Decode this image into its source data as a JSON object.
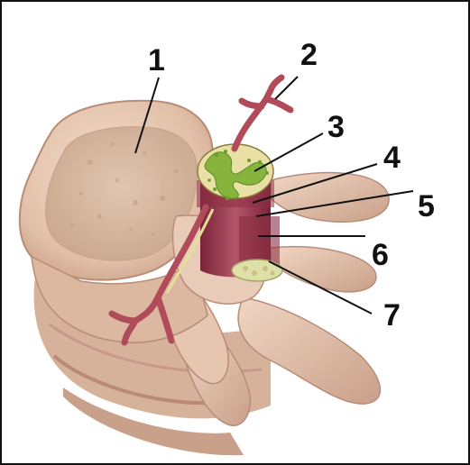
{
  "labels": {
    "l1": "1",
    "l2": "2",
    "l3": "3",
    "l4": "4",
    "l5": "5",
    "l6": "6",
    "l7": "7"
  },
  "colors": {
    "bone": "#e8c9b3",
    "bone_shadow": "#c9a089",
    "cancellous_bone": "#d7b9a2",
    "spinal_cord": "#a1465a",
    "grey_matter": "#86b43c",
    "dura": "#8e3046",
    "nerve": "#b04c5a",
    "leader_line": "#111111"
  }
}
